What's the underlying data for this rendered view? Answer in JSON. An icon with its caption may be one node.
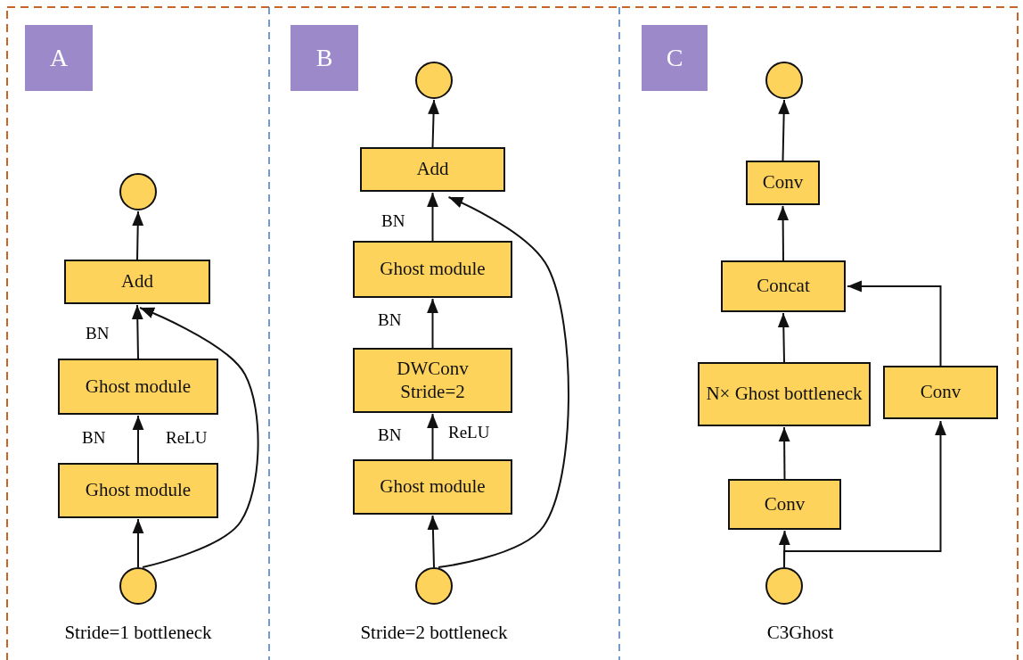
{
  "diagram": {
    "nodes": [
      {
        "text": [
          "Stride=1 bottleneck"
        ]
      },
      {
        "text": [
          "A"
        ],
        "in": 0
      },
      {
        "text": [],
        "shape": "circle",
        "in": 0
      },
      {
        "text": [
          "Add"
        ],
        "in": 0
      },
      {
        "text": [
          "Ghost module"
        ],
        "in": 0
      },
      {
        "text": [
          "Ghost module"
        ],
        "in": 0
      },
      {
        "text": [],
        "shape": "circle",
        "in": 0
      },
      {
        "text": [
          "Stride=2 bottleneck"
        ]
      },
      {
        "text": [
          "B"
        ],
        "in": 7
      },
      {
        "text": [],
        "shape": "circle",
        "in": 7
      },
      {
        "text": [
          "Add"
        ],
        "in": 7
      },
      {
        "text": [
          "Ghost module"
        ],
        "in": 7
      },
      {
        "text": [
          "DWConv Stride=2"
        ],
        "in": 7
      },
      {
        "text": [
          "Ghost module"
        ],
        "in": 7
      },
      {
        "text": [],
        "shape": "circle",
        "in": 7
      },
      {
        "text": [
          "C3Ghost"
        ]
      },
      {
        "text": [
          "C"
        ],
        "in": 15
      },
      {
        "text": [],
        "shape": "circle",
        "in": 15
      },
      {
        "text": [
          "Conv"
        ],
        "in": 15
      },
      {
        "text": [
          "Concat"
        ],
        "in": 15
      },
      {
        "text": [
          "N× Ghost bottleneck"
        ],
        "in": 15
      },
      {
        "text": [
          "Conv"
        ],
        "in": 15
      },
      {
        "text": [
          "Conv"
        ],
        "in": 15
      },
      {
        "text": [],
        "shape": "circle",
        "in": 15
      }
    ],
    "edges": [
      {
        "from": 3,
        "to": 2,
        "arrow": "to"
      },
      {
        "from": 4,
        "to": 3,
        "arrow": "to"
      },
      {
        "from": 5,
        "to": 4,
        "arrow": "to"
      },
      {
        "from": 6,
        "to": 5,
        "arrow": "to"
      },
      {
        "from": 6,
        "to": 3,
        "arrow": "to"
      },
      {
        "from": 10,
        "to": 9,
        "arrow": "to"
      },
      {
        "from": 11,
        "to": 10,
        "arrow": "to"
      },
      {
        "from": 12,
        "to": 11,
        "arrow": "to"
      },
      {
        "from": 13,
        "to": 12,
        "arrow": "to"
      },
      {
        "from": 14,
        "to": 13,
        "arrow": "to"
      },
      {
        "from": 14,
        "to": 10,
        "arrow": "to"
      },
      {
        "from": 18,
        "to": 17,
        "arrow": "to"
      },
      {
        "from": 19,
        "to": 18,
        "arrow": "to"
      },
      {
        "from": 20,
        "to": 19,
        "arrow": "to"
      },
      {
        "from": 22,
        "to": 20,
        "arrow": "to"
      },
      {
        "from": 23,
        "to": 22,
        "arrow": "to"
      },
      {
        "from": 23,
        "to": 21,
        "arrow": "to"
      },
      {
        "from": 21,
        "to": 19,
        "arrow": "to"
      }
    ],
    "labels": [
      "BN",
      "BN",
      "ReLU",
      "BN",
      "BN",
      "BN",
      "ReLU"
    ]
  }
}
